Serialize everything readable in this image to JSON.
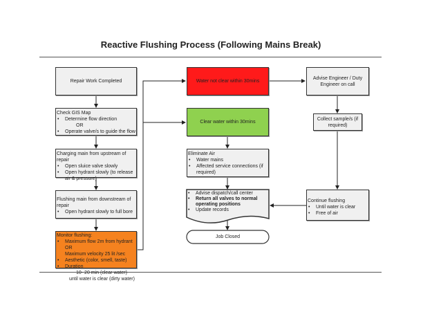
{
  "title": "Reactive Flushing Process (Following Mains Break)",
  "left": {
    "repair": "Repair Work Completed",
    "gis": {
      "heading": "Check GIS Map",
      "item1": "Determine flow direction",
      "or": "OR",
      "item2": "Operate valve/s to guide the flow"
    },
    "charging": {
      "heading": "Charging main from upstream of repair",
      "item1": "Open sluice valve slowly",
      "item2": "Open hydrant slowly (to release air & pressure)"
    },
    "flushing": {
      "heading": "Flushing main from downstream of repair",
      "item1": "Open hydrant slowly to full bore"
    },
    "monitor": {
      "heading": "Monitor flushing:",
      "item1": "Maximum flow 2m from hydrant OR",
      "item1b": "Maximum velocity 25 lit /sec",
      "item2": "Aesthetic (color, smell, taste)",
      "item3": "Duration",
      "d1": "10- 20 min (clear water)",
      "d2": "until water is clear (dirty water)"
    }
  },
  "middle": {
    "not_clear": "Water not clear within 30mins",
    "clear": "Clear water within 30mins",
    "eliminate": {
      "heading": "Eliminate Air",
      "item1": "Water mains",
      "item2": "Affected service connections (if required)"
    },
    "advise": {
      "item1": "Advise dispatch/call center",
      "item2": "Return all valves to normal operating positions",
      "item3": "Update records"
    },
    "closed": "Job Closed"
  },
  "right": {
    "engineer": "Advise Engineer / Duty Engineer on call",
    "sample": "Collect sample/s (if required)",
    "continue": {
      "heading": "Continue flushing",
      "item1": "Until water is clear",
      "item2": "Free of air"
    }
  },
  "colors": {
    "red": "#ff1a1a",
    "green": "#8fd14f",
    "orange": "#f5821f",
    "box": "#f0f0f0"
  }
}
